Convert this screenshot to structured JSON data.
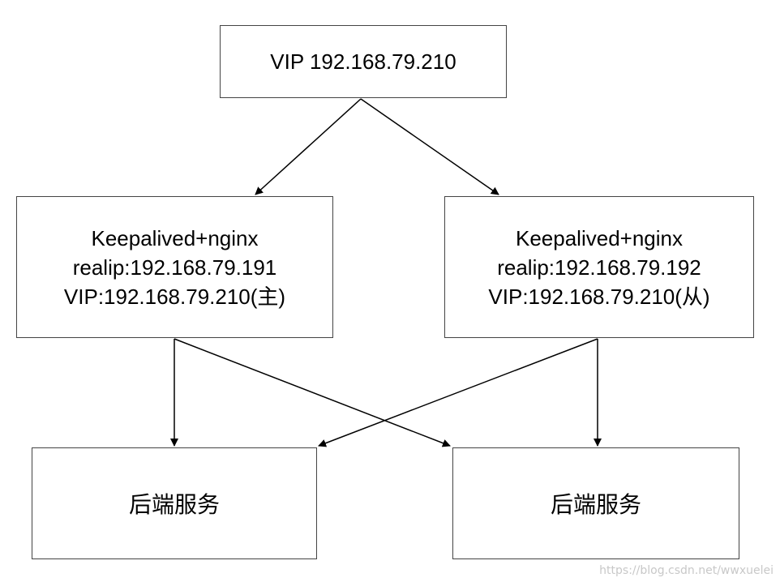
{
  "vip_node": {
    "label": "VIP 192.168.79.210"
  },
  "master_node": {
    "lines": [
      "Keepalived+nginx",
      "realip:192.168.79.191",
      "VIP:192.168.79.210(主)"
    ]
  },
  "backup_node": {
    "lines": [
      "Keepalived+nginx",
      "realip:192.168.79.192",
      "VIP:192.168.79.210(从)"
    ]
  },
  "backend_left": {
    "label": "后端服务"
  },
  "backend_right": {
    "label": "后端服务"
  },
  "watermark": {
    "text": "https://blog.csdn.net/wwxuelei"
  },
  "colors": {
    "border": "#444444",
    "edge": "#000000",
    "text": "#000000",
    "watermark": "#c8c8c8"
  }
}
